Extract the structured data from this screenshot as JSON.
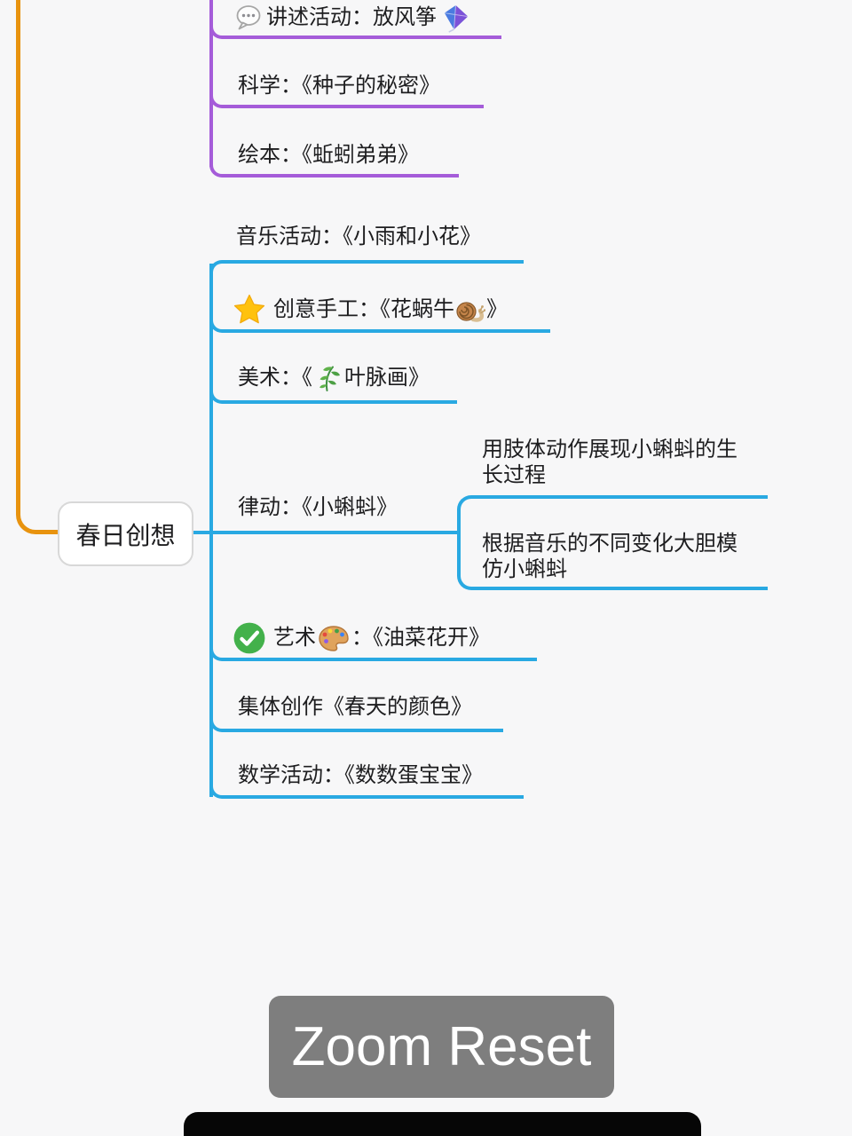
{
  "mindmap": {
    "root": {
      "label": "春日创想"
    },
    "root_branch_color": "#E8930F",
    "purple_branch": {
      "color": "#A55CD9",
      "items": [
        {
          "text": "讲述活动：放风筝",
          "icon_left": "speech-balloon",
          "icon_right": "kite"
        },
        {
          "text": "科学：《种子的秘密》"
        },
        {
          "text": "绘本：《蚯蚓弟弟》"
        }
      ]
    },
    "blue_branch": {
      "color": "#29A9E2",
      "music": {
        "text": "音乐活动：《小雨和小花》"
      },
      "craft": {
        "icon_left": "star",
        "text_pre": "创意手工：《花蜗牛",
        "icon_mid": "snail",
        "text_post": "》"
      },
      "fine_art": {
        "text_pre": "美术：《",
        "icon_mid": "herb",
        "text_post": "叶脉画》"
      },
      "rhythm": {
        "text": "律动：《小蝌蚪》",
        "children": [
          "用肢体动作展现小蝌蚪的生长过程",
          "根据音乐的不同变化大胆模仿小蝌蚪"
        ]
      },
      "art": {
        "icon_left": "check-badge",
        "text_pre": "艺术",
        "icon_mid": "palette",
        "text_post": "：《油菜花开》"
      },
      "group_creation": {
        "text": "集体创作《春天的颜色》"
      },
      "math": {
        "text": "数学活动：《数数蛋宝宝》"
      }
    }
  },
  "controls": {
    "zoom_reset_label": "Zoom Reset"
  }
}
